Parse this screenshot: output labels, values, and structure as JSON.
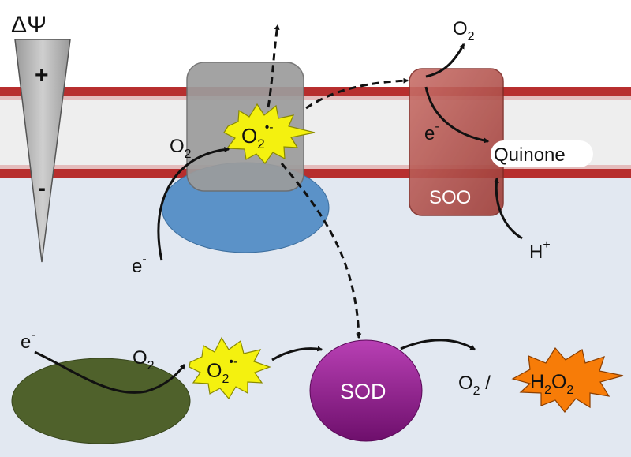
{
  "membrane_potential": {
    "symbol": "ΔΨ",
    "positive": "+",
    "negative": "-"
  },
  "labels": {
    "o2_entry": "O",
    "o2_entry_sub": "2",
    "electron_top": "e",
    "electron_top_sup": "-",
    "o2_top": "O",
    "o2_top_sub": "2",
    "electron_soo": "e",
    "electron_soo_sup": "-",
    "quinone": "Quinone",
    "soo": "SOO",
    "proton": "H",
    "proton_sup": "+",
    "electron_bottom": "e",
    "electron_bottom_sup": "-",
    "o2_bottom": "O",
    "o2_bottom_sub": "2",
    "sod": "SOD",
    "o2_product": "O",
    "o2_product_sub": "2",
    "slash": " /",
    "h2o2_h": "H",
    "h2o2_h_sub": "2",
    "h2o2_o": "O",
    "h2o2_o_sub": "2"
  },
  "superoxide": {
    "base": "O",
    "sub": "2",
    "sup": "•-"
  },
  "colors": {
    "membrane_band": "#b01818",
    "membrane_interior": "#eeeeee",
    "cytoplasm": "#e2e8f1",
    "complex_gray": "#9c9c9c",
    "complex_blue": "#5b92c8",
    "soo_red": "#b5534d",
    "sod_purple": "#8e1b8c",
    "green_enzyme": "#4f612b",
    "superoxide_yellow": "#f4f10f",
    "h2o2_orange": "#f77c08"
  }
}
